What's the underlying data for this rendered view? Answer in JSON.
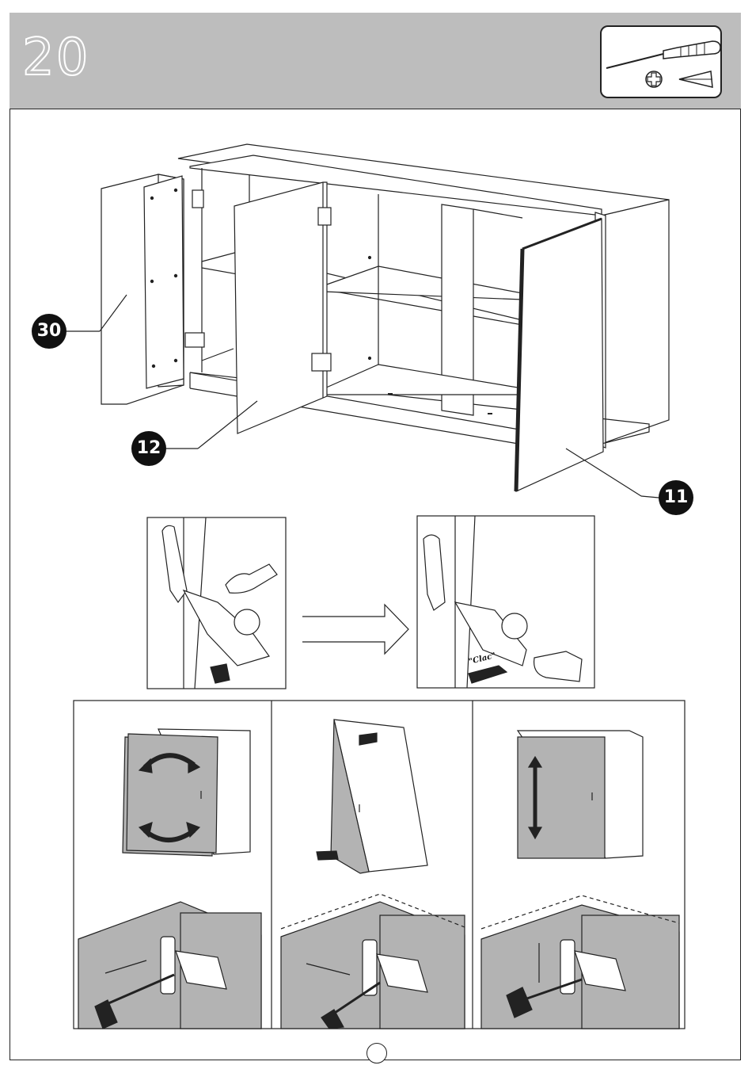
{
  "header": {
    "step_number": "20",
    "tools": [
      "screwdriver-icon",
      "phillips-head-icon",
      "flat-head-icon"
    ]
  },
  "callouts": {
    "door_left": "30",
    "door_middle": "12",
    "door_right": "11"
  },
  "hinge_detail": {
    "sound_label": "\"Clac\""
  },
  "adjustments": [
    "rotate-adjust",
    "depth-adjust",
    "height-adjust"
  ],
  "footer": {
    "page_number": ""
  },
  "colors": {
    "header_bg": "#bdbdbd",
    "door_grey": "#b3b3b3",
    "callout_bg": "#111111"
  }
}
